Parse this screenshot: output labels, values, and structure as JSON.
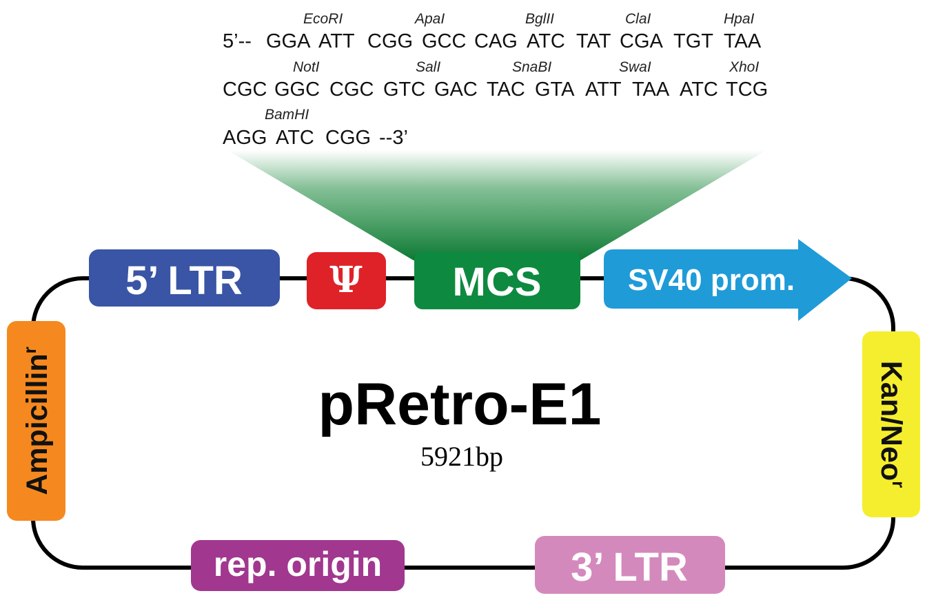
{
  "sequence": {
    "lines": [
      [
        "5’--",
        "GGA",
        "ATT",
        "CGG",
        "GCC",
        "CAG",
        "ATC",
        "TAT",
        "CGA",
        "TGT",
        "TAA"
      ],
      [
        "CGC",
        "GGC",
        "CGC",
        "GTC",
        "GAC",
        "TAC",
        "GTA",
        "ATT",
        "TAA",
        "ATC",
        "TCG"
      ],
      [
        "AGG",
        "ATC",
        "CGG",
        "--3’"
      ]
    ],
    "enzymes": [
      [
        "EcoRI",
        "ApaI",
        "BglII",
        "ClaI",
        "HpaI"
      ],
      [
        "NotI",
        "SalI",
        "SnaBI",
        "SwaI",
        "XhoI"
      ],
      [
        "BamHI"
      ]
    ]
  },
  "plasmid": {
    "name": "pRetro-E1",
    "size": "5921bp"
  },
  "features": {
    "ltr5": "5’ LTR",
    "psi": "Ψ",
    "mcs": "MCS",
    "sv40": "SV40 prom.",
    "ampicillin": "Ampicillin",
    "ampicillin_sup": "r",
    "kanneo": "Kan/Neo",
    "kanneo_sup": "r",
    "reporigin": "rep. origin",
    "ltr3": "3’ LTR"
  },
  "colors": {
    "ltr5": "#3a55a5",
    "psi": "#df2228",
    "mcs": "#0d8a3f",
    "sv40": "#1f9bd8",
    "ampicillin": "#f5891f",
    "kanneo": "#f5ee2f",
    "reporigin": "#a1378f",
    "ltr3": "#d489bd",
    "backbone": "#000000"
  }
}
